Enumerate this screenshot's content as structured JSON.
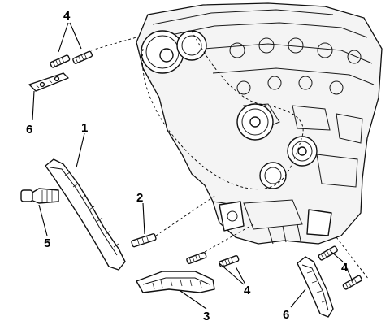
{
  "callouts": {
    "c4a": "4",
    "c6a": "6",
    "c1": "1",
    "c2": "2",
    "c5": "5",
    "c4b": "4",
    "c3": "3",
    "c4c": "4",
    "c6b": "6"
  }
}
